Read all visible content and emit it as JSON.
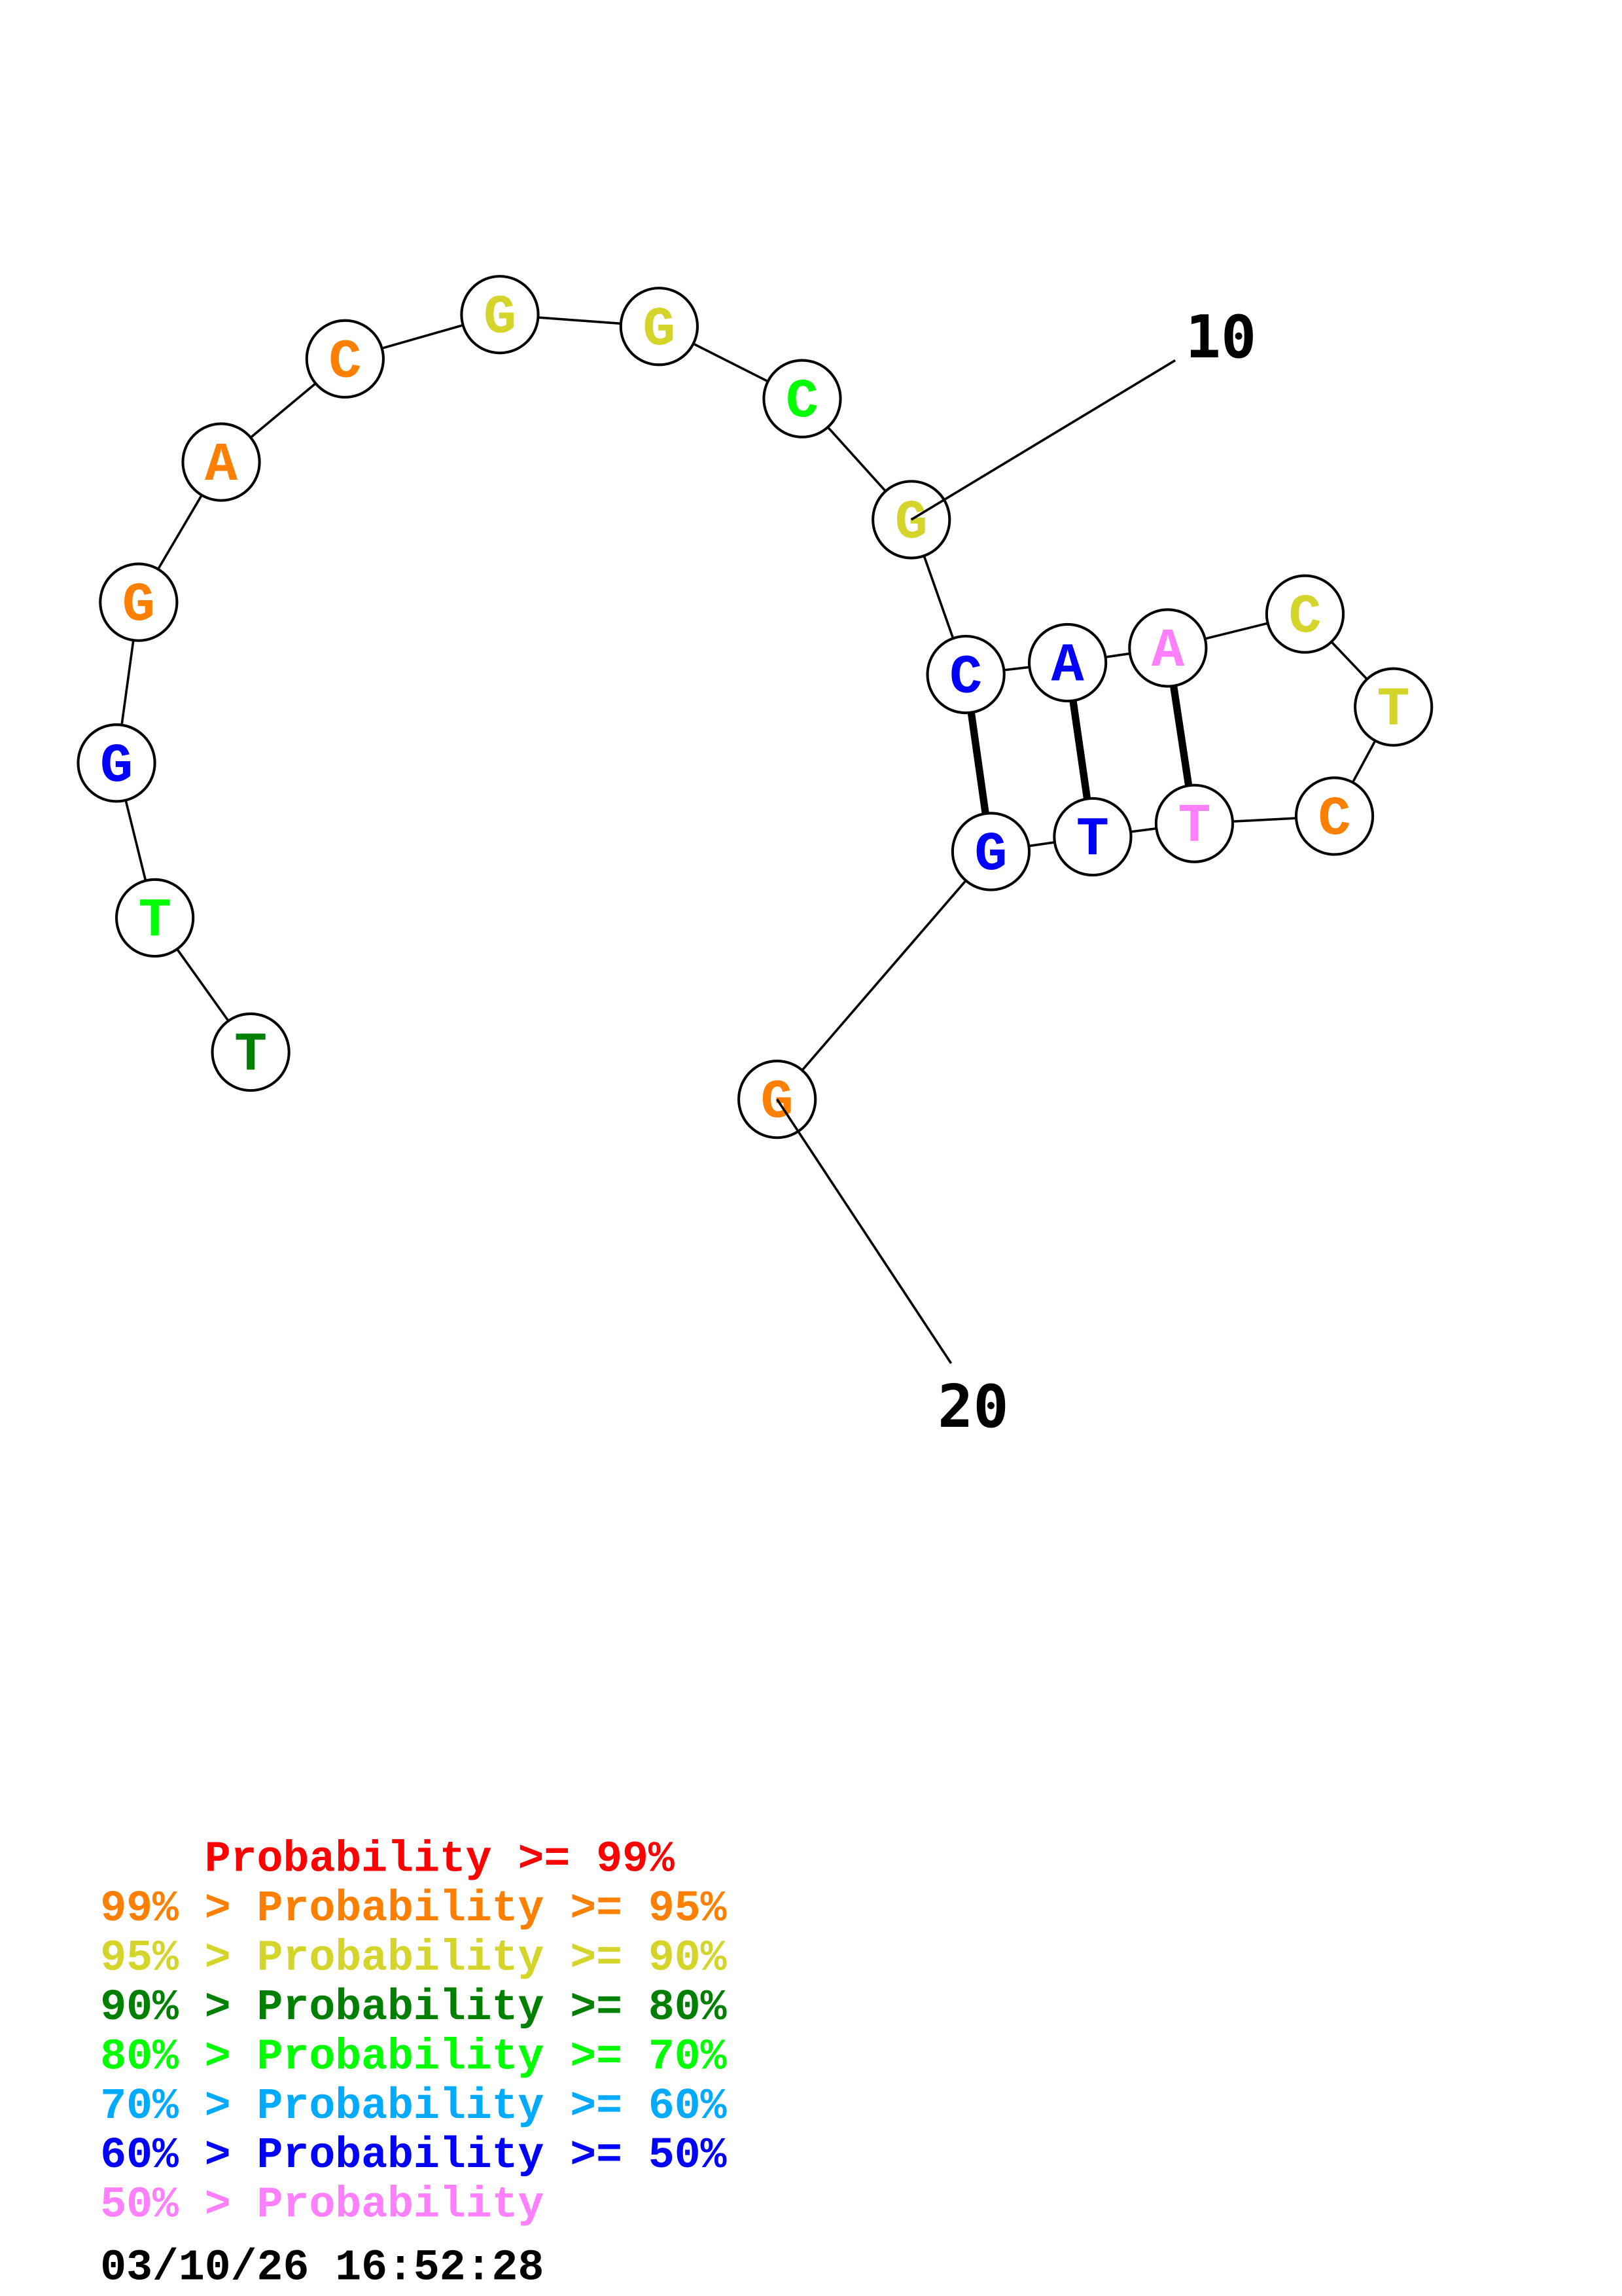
{
  "structure": {
    "sequence": [
      "T",
      "T",
      "G",
      "G",
      "A",
      "C",
      "G",
      "G",
      "C",
      "G",
      "C",
      "A",
      "A",
      "C",
      "T",
      "C",
      "T",
      "T",
      "G",
      "G"
    ],
    "base_colors": [
      "#008000",
      "#00ff00",
      "#0000ff",
      "#ff8000",
      "#ff8000",
      "#ff8000",
      "#d4d42a",
      "#d4d42a",
      "#00ff00",
      "#d4d42a",
      "#0000ff",
      "#0000ff",
      "#ff80ff",
      "#d4d42a",
      "#d4d42a",
      "#ff8000",
      "#ff80ff",
      "#0000ff",
      "#0000ff",
      "#ff8000"
    ],
    "pairs": [
      [
        11,
        19
      ],
      [
        12,
        18
      ],
      [
        13,
        17
      ]
    ],
    "position_labels": [
      {
        "index": 10,
        "text": "10"
      },
      {
        "index": 20,
        "text": "20"
      }
    ]
  },
  "legend": {
    "rows": [
      {
        "text": "    Probability >= 99%",
        "color": "#ff0000"
      },
      {
        "text": "99% > Probability >= 95%",
        "color": "#ff8000"
      },
      {
        "text": "95% > Probability >= 90%",
        "color": "#d4d42a"
      },
      {
        "text": "90% > Probability >= 80%",
        "color": "#008000"
      },
      {
        "text": "80% > Probability >= 70%",
        "color": "#00ff00"
      },
      {
        "text": "70% > Probability >= 60%",
        "color": "#00aaff"
      },
      {
        "text": "60% > Probability >= 50%",
        "color": "#0000ff"
      },
      {
        "text": "50% > Probability",
        "color": "#ff80ff"
      }
    ],
    "timestamp": "03/10/26 16:52:28"
  }
}
